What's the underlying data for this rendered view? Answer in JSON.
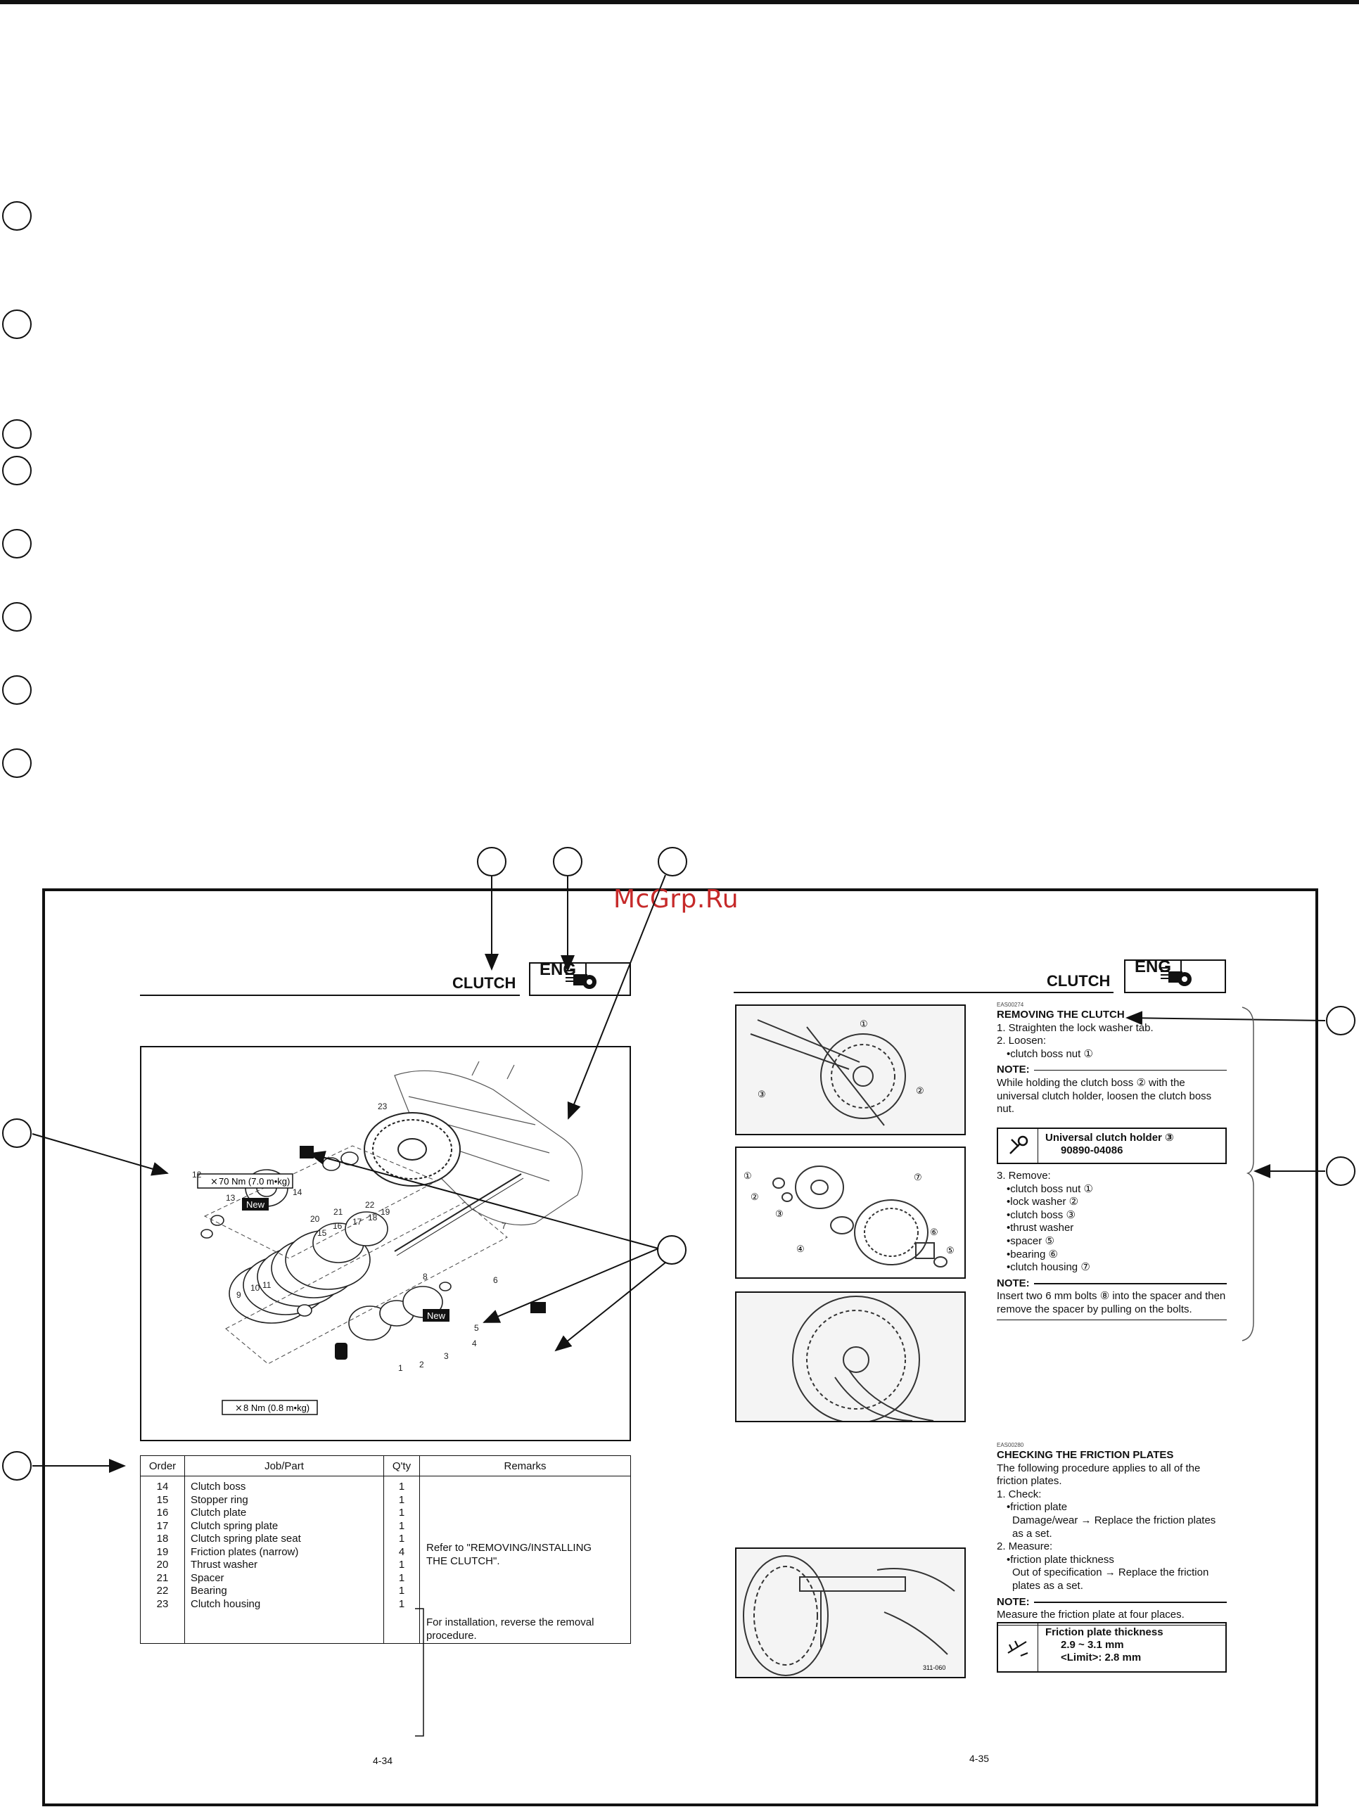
{
  "watermark": "McGrp.Ru",
  "left_page": {
    "header_title": "CLUTCH",
    "badge": "ENG",
    "torque_top": "70 Nm (7.0 m•kg)",
    "torque_bottom": "8 Nm (0.8 m•kg)",
    "new_label": "New",
    "diagram_callouts": [
      "1",
      "2",
      "3",
      "4",
      "5",
      "6",
      "7",
      "8",
      "9",
      "10",
      "11",
      "12",
      "13",
      "14",
      "15",
      "16",
      "17",
      "18",
      "19",
      "20",
      "21",
      "22",
      "23"
    ],
    "table": {
      "headers": [
        "Order",
        "Job/Part",
        "Q'ty",
        "Remarks"
      ],
      "rows": [
        {
          "order": "14",
          "part": "Clutch boss",
          "qty": "1"
        },
        {
          "order": "15",
          "part": "Stopper ring",
          "qty": "1"
        },
        {
          "order": "16",
          "part": "Clutch plate",
          "qty": "1"
        },
        {
          "order": "17",
          "part": "Clutch spring plate",
          "qty": "1"
        },
        {
          "order": "18",
          "part": "Clutch spring plate seat",
          "qty": "1"
        },
        {
          "order": "19",
          "part": "Friction plates (narrow)",
          "qty": "4"
        },
        {
          "order": "20",
          "part": "Thrust washer",
          "qty": "1"
        },
        {
          "order": "21",
          "part": "Spacer",
          "qty": "1"
        },
        {
          "order": "22",
          "part": "Bearing",
          "qty": "1"
        },
        {
          "order": "23",
          "part": "Clutch housing",
          "qty": "1"
        }
      ],
      "remark_ref": "Refer to \"REMOVING/INSTALLING THE CLUTCH\".",
      "remark_install": "For installation, reverse the removal procedure."
    },
    "page_number": "4-34"
  },
  "right_page": {
    "header_title": "CLUTCH",
    "badge": "ENG",
    "code1": "EAS00274",
    "removing_title": "REMOVING THE CLUTCH",
    "step1": "1. Straighten the lock washer tab.",
    "step2": "2. Loosen:",
    "step2_item": "•clutch boss nut ①",
    "note_label": "NOTE:",
    "note1": "While holding the clutch boss ② with the universal clutch holder, loosen the clutch boss nut.",
    "tool_name": "Universal clutch holder ③",
    "tool_number": "90890-04086",
    "step3": "3. Remove:",
    "remove_items": [
      "•clutch boss nut ①",
      "•lock washer ②",
      "•clutch boss ③",
      "•thrust washer",
      "•spacer ⑤",
      "•bearing ⑥",
      "•clutch housing ⑦"
    ],
    "note2": "Insert two 6 mm bolts ⑧ into the spacer and then remove the spacer by pulling on the bolts.",
    "code2": "EAS00280",
    "checking_title": "CHECKING THE FRICTION PLATES",
    "checking_intro": "The following procedure applies to all of the friction plates.",
    "check_step1": "1. Check:",
    "check_item1": "•friction plate",
    "check_item1_detail": "Damage/wear → Replace the friction plates as a set.",
    "check_step2": "2. Measure:",
    "check_item2": "•friction plate thickness",
    "check_item2_detail": "Out of specification → Replace the friction plates as a set.",
    "note3": "Measure the friction plate at four places.",
    "spec_title": "Friction plate thickness",
    "spec_value": "2.9 ~ 3.1 mm",
    "spec_limit": "<Limit>: 2.8 mm",
    "photo_code": "311-060",
    "page_number": "4-35"
  }
}
